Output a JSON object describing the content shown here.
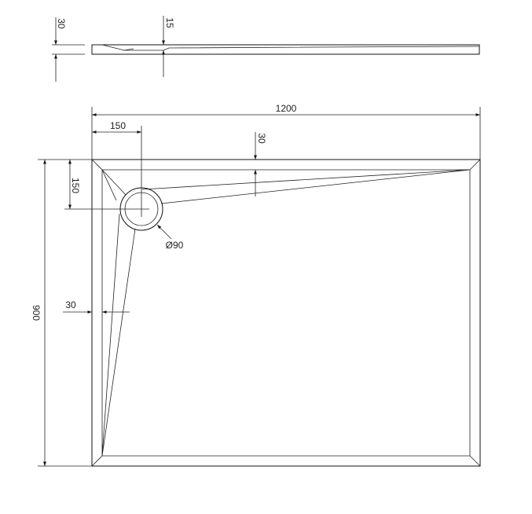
{
  "drawing": {
    "side_view": {
      "dim_total_height": "30",
      "dim_step_height": "15"
    },
    "top_view": {
      "dim_width": "1200",
      "dim_depth": "900",
      "dim_drain_offset_x": "150",
      "dim_drain_offset_y": "150",
      "dim_slope_top": "30",
      "dim_rim_left": "30",
      "dim_drain_diameter": "Ø90"
    }
  }
}
